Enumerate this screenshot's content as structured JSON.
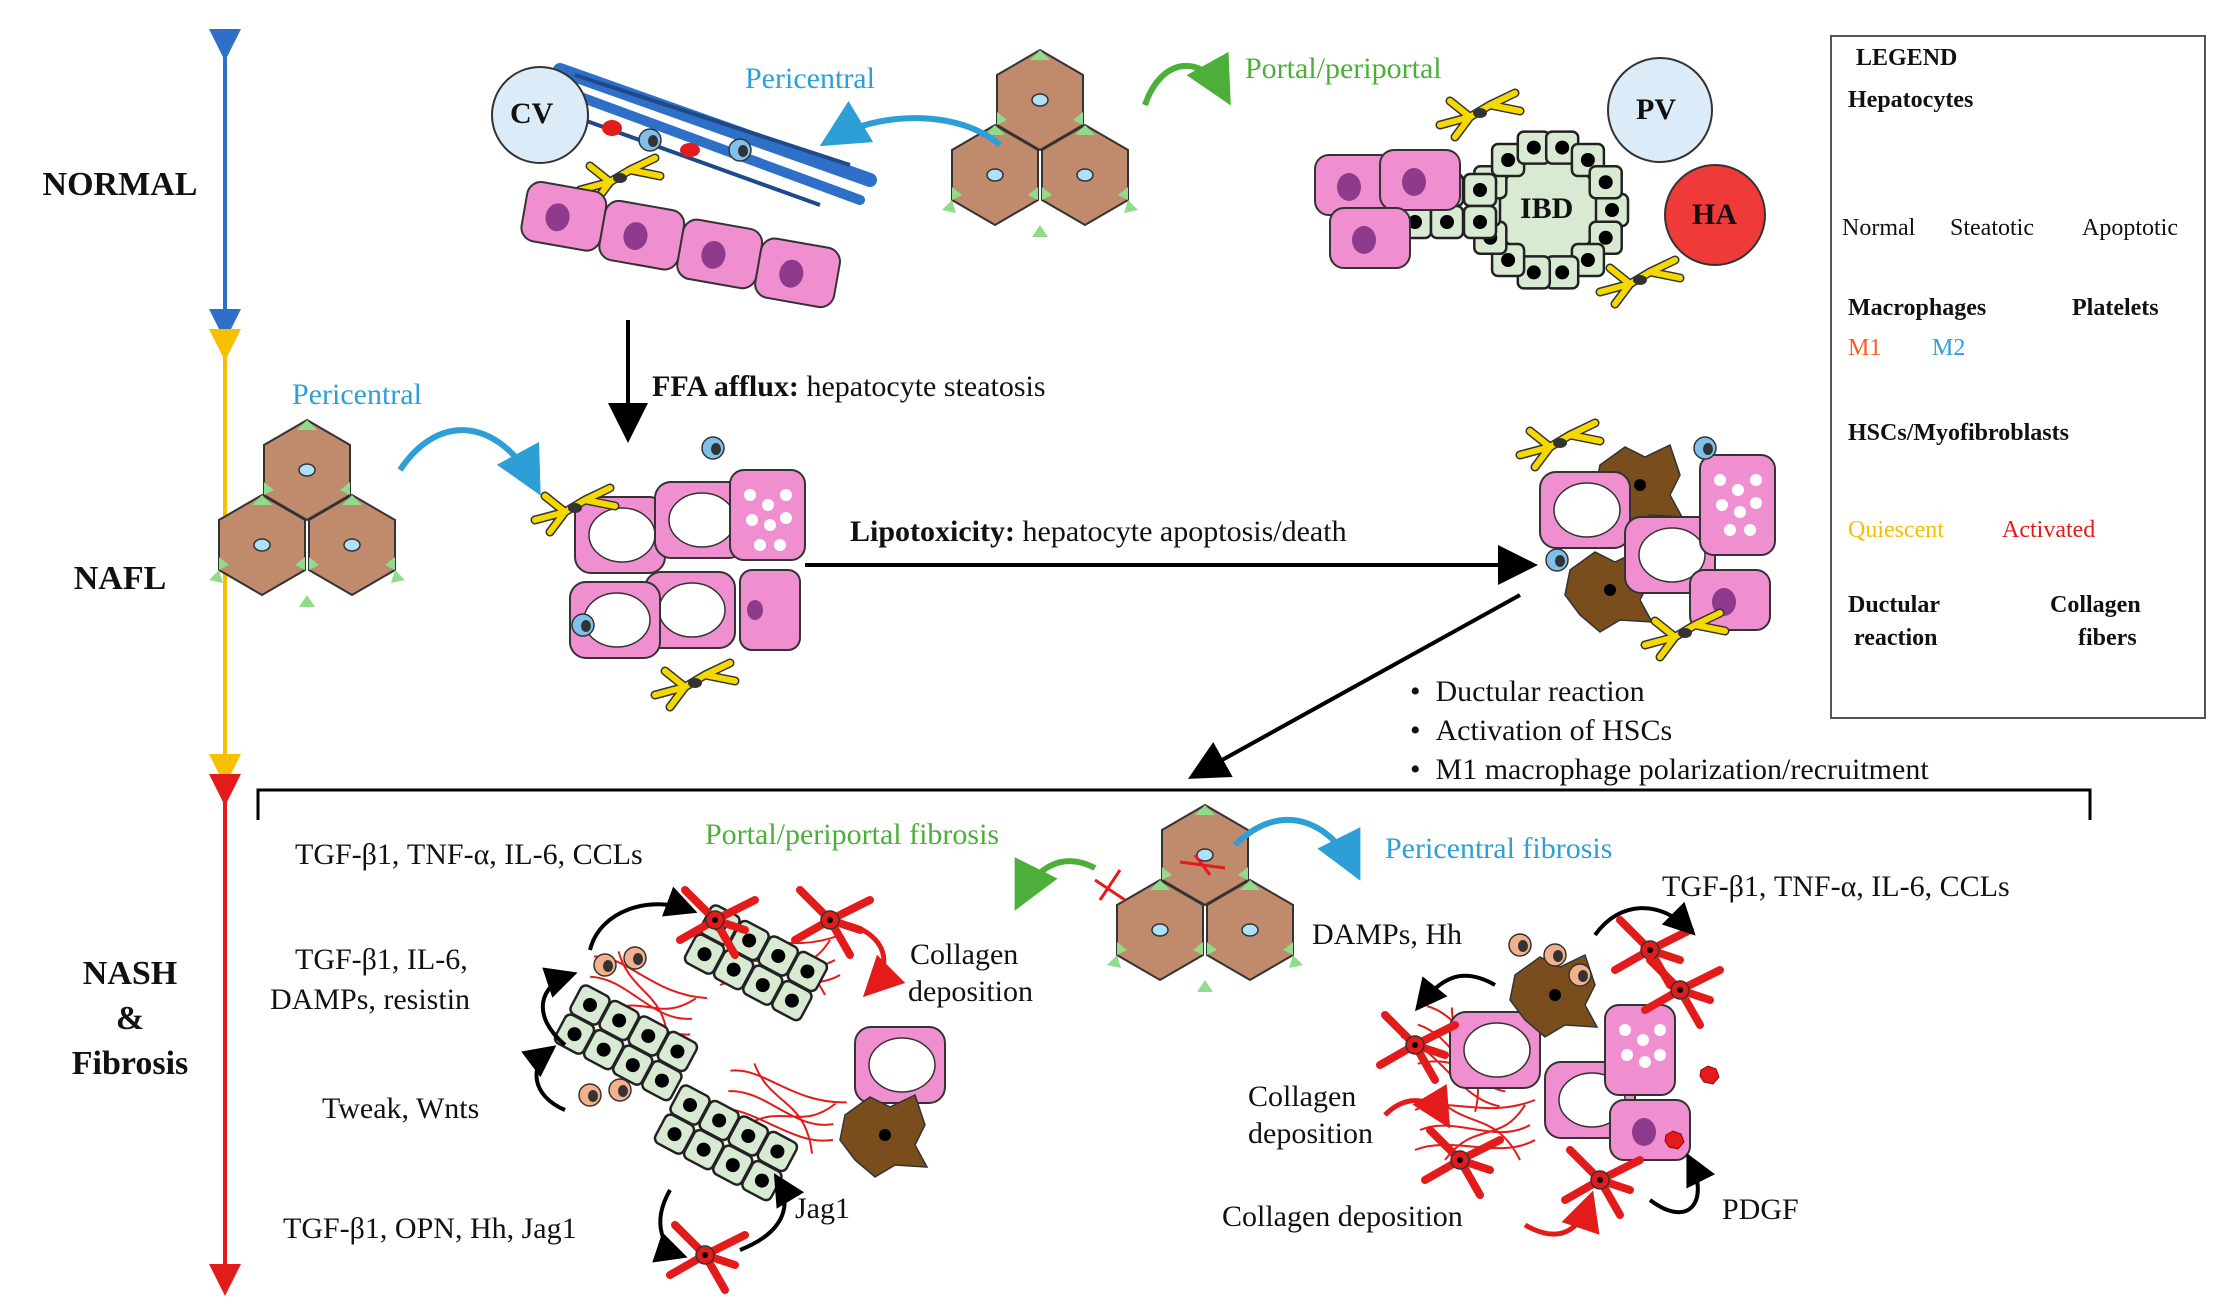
{
  "stages": {
    "normal": "NORMAL",
    "nafl": "NAFL",
    "nash_line1": "NASH",
    "nash_line2": "&",
    "nash_line3": "Fibrosis"
  },
  "normal": {
    "cv": "CV",
    "pv": "PV",
    "ibd": "IBD",
    "ha": "HA",
    "pericentral": "Pericentral",
    "portal": "Portal/periportal"
  },
  "transitions": {
    "ffa_bold": "FFA afflux:",
    "ffa_rest": " hepatocyte steatosis",
    "lipo_bold": "Lipotoxicity:",
    "lipo_rest": " hepatocyte apoptosis/death",
    "bullets": [
      "Ductular reaction",
      "Activation of HSCs",
      "M1 macrophage polarization/recruitment"
    ]
  },
  "nafl": {
    "pericentral": "Pericentral"
  },
  "nash": {
    "portal_fibrosis": "Portal/periportal fibrosis",
    "pericentral_fibrosis": "Pericentral fibrosis",
    "left_factors1": "TGF-β1, TNF-α, IL-6, CCLs",
    "left_factors2a": "TGF-β1, IL-6,",
    "left_factors2b": "DAMPs, resistin",
    "left_factors3": "Tweak, Wnts",
    "left_factors4": "TGF-β1, OPN, Hh, Jag1",
    "jag1": "Jag1",
    "collagen_dep_a": "Collagen",
    "collagen_dep_b": "deposition",
    "damps_hh": "DAMPs, Hh",
    "right_factors": "TGF-β1, TNF-α, IL-6, CCLs",
    "r_collagen_a": "Collagen",
    "r_collagen_b": "deposition",
    "r_collagen2": "Collagen deposition",
    "pdgf": "PDGF"
  },
  "legend": {
    "title": "LEGEND",
    "hepatocytes": "Hepatocytes",
    "normal": "Normal",
    "steatotic": "Steatotic",
    "apoptotic": "Apoptotic",
    "macrophages": "Macrophages",
    "platelets": "Platelets",
    "m1": "M1",
    "m2": "M2",
    "hscs": "HSCs/Myofibroblasts",
    "quiescent": "Quiescent",
    "activated": "Activated",
    "ductular_a": "Ductular",
    "ductular_b": "reaction",
    "collagen_a": "Collagen",
    "collagen_b": "fibers"
  },
  "colors": {
    "blue": "#2e9fd6",
    "green": "#4caf3a",
    "yellow": "#f5c000",
    "red": "#e31b1b",
    "hepatocyte": "#f08fcf",
    "lobule": "#c08a6c",
    "apoptotic": "#7a4e1c"
  }
}
